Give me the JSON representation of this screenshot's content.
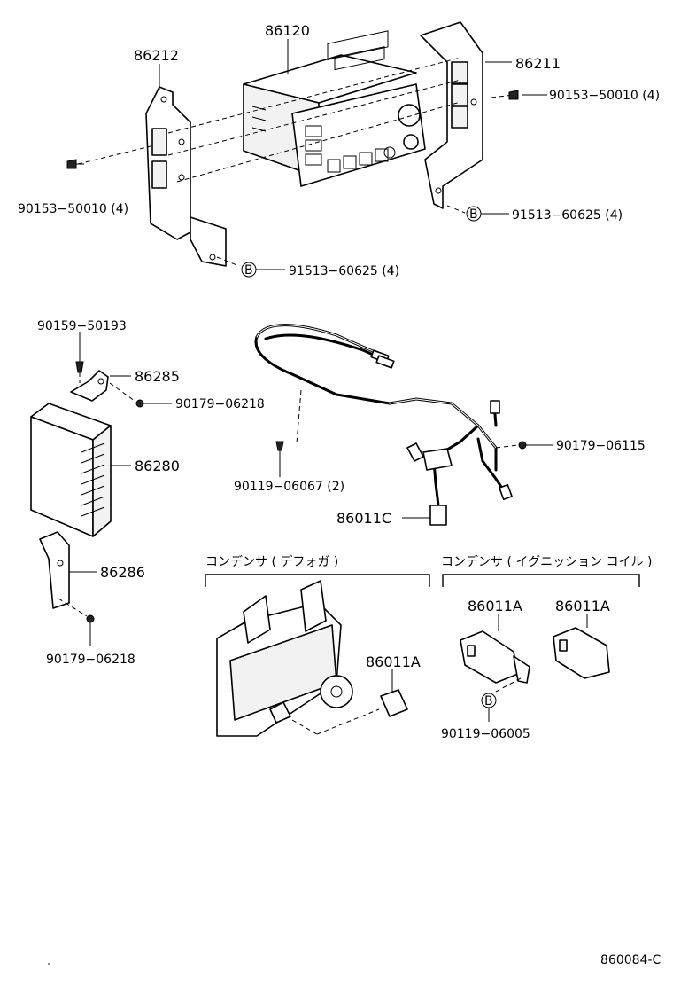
{
  "labels": {
    "p86120": "86120",
    "p86212": "86212",
    "p86211": "86211",
    "p90153_right": "90153−50010 (4)",
    "p90153_left": "90153−50010 (4)",
    "p91513_right": "91513−60625 (4)",
    "p91513_left": "91513−60625 (4)",
    "p90159": "90159−50193",
    "p86285": "86285",
    "p90179_a": "90179−06218",
    "p86280": "86280",
    "p86286": "86286",
    "p90179_b": "90179−06218",
    "p90119_a": "90119−06067 (2)",
    "p86011C": "86011C",
    "p90179_c": "90179−06115",
    "p86011A_1": "86011A",
    "p86011A_2": "86011A",
    "p86011A_3": "86011A",
    "p90119_b": "90119−06005",
    "group_defogger": "コンデンサ ( デフォガ )",
    "group_ignition": "コンデンサ ( イグニッション コイル )",
    "ref_b1": "B",
    "ref_b2": "B",
    "ref_b3": "B",
    "doc_number": "860084-C"
  }
}
